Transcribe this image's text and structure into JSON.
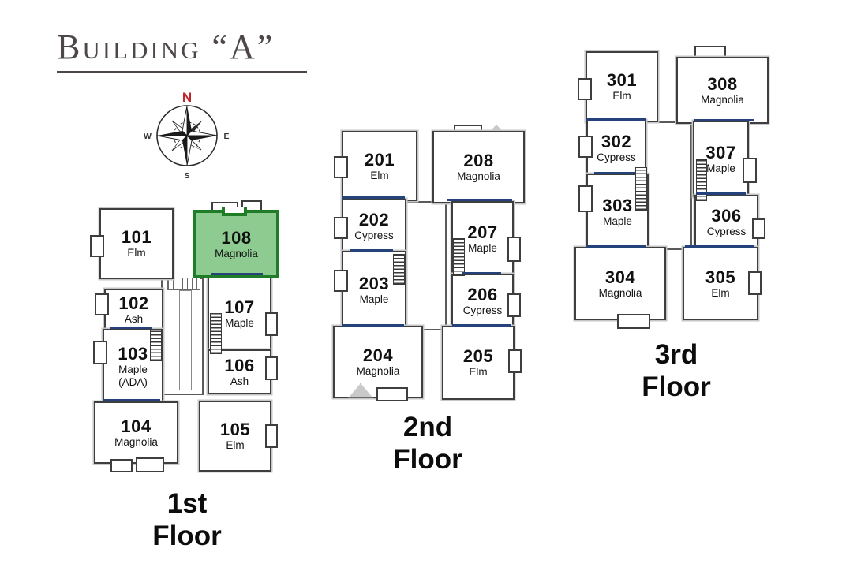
{
  "title": "Building “A”",
  "compass": {
    "north": "N",
    "east": "E",
    "south": "S",
    "west": "W"
  },
  "colors": {
    "highlight_fill": "#8ecb90",
    "highlight_border": "#1e7d26",
    "balcony_rail": "#24437a",
    "wall": "#3e3e3e",
    "title": "#4d4749",
    "north_red": "#c0272d"
  },
  "floors": [
    {
      "label_line1": "1st",
      "label_line2": "Floor",
      "units": [
        {
          "number": "101",
          "type": "Elm"
        },
        {
          "number": "108",
          "type": "Magnolia",
          "highlighted": true
        },
        {
          "number": "102",
          "type": "Ash"
        },
        {
          "number": "107",
          "type": "Maple"
        },
        {
          "number": "103",
          "type": "Maple",
          "note": "(ADA)"
        },
        {
          "number": "106",
          "type": "Ash"
        },
        {
          "number": "104",
          "type": "Magnolia"
        },
        {
          "number": "105",
          "type": "Elm"
        }
      ]
    },
    {
      "label_line1": "2nd",
      "label_line2": "Floor",
      "units": [
        {
          "number": "201",
          "type": "Elm"
        },
        {
          "number": "208",
          "type": "Magnolia"
        },
        {
          "number": "202",
          "type": "Cypress"
        },
        {
          "number": "207",
          "type": "Maple"
        },
        {
          "number": "203",
          "type": "Maple"
        },
        {
          "number": "206",
          "type": "Cypress"
        },
        {
          "number": "204",
          "type": "Magnolia"
        },
        {
          "number": "205",
          "type": "Elm"
        }
      ]
    },
    {
      "label_line1": "3rd",
      "label_line2": "Floor",
      "units": [
        {
          "number": "301",
          "type": "Elm"
        },
        {
          "number": "308",
          "type": "Magnolia"
        },
        {
          "number": "302",
          "type": "Cypress"
        },
        {
          "number": "307",
          "type": "Maple"
        },
        {
          "number": "303",
          "type": "Maple"
        },
        {
          "number": "306",
          "type": "Cypress"
        },
        {
          "number": "304",
          "type": "Magnolia"
        },
        {
          "number": "305",
          "type": "Elm"
        }
      ]
    }
  ]
}
